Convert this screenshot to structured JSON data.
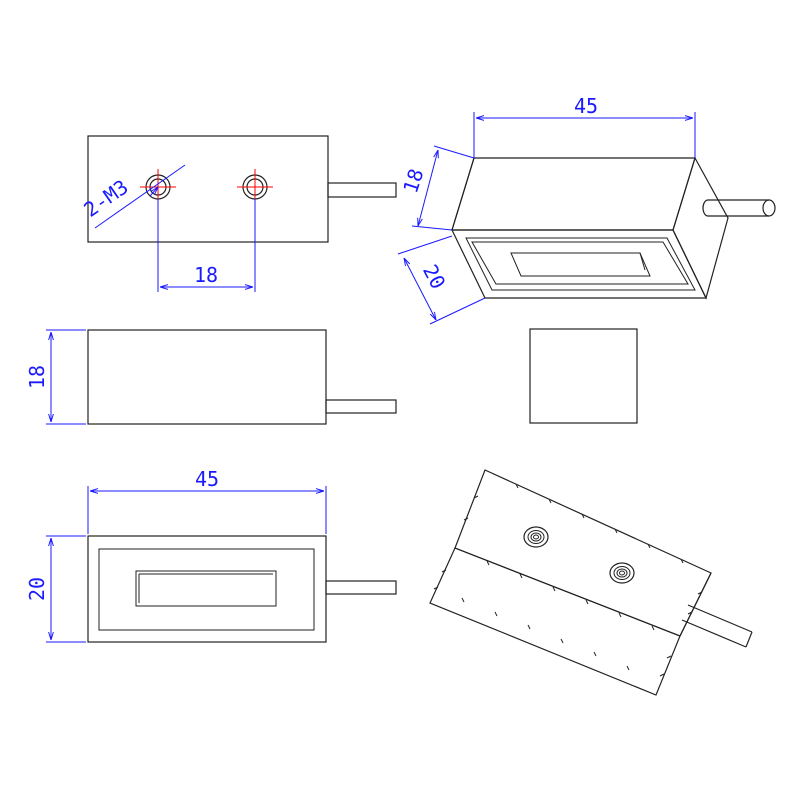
{
  "colors": {
    "outline": "#222222",
    "dimension": "#1a1aff",
    "centerline": "#ff0000",
    "background": "#ffffff"
  },
  "top_view": {
    "hole_callout": "2-M3",
    "hole_spacing": "18"
  },
  "iso_view_front": {
    "length": "45",
    "height": "18",
    "width": "20"
  },
  "front_view": {
    "height": "18"
  },
  "bottom_view": {
    "length": "45",
    "width": "20"
  }
}
